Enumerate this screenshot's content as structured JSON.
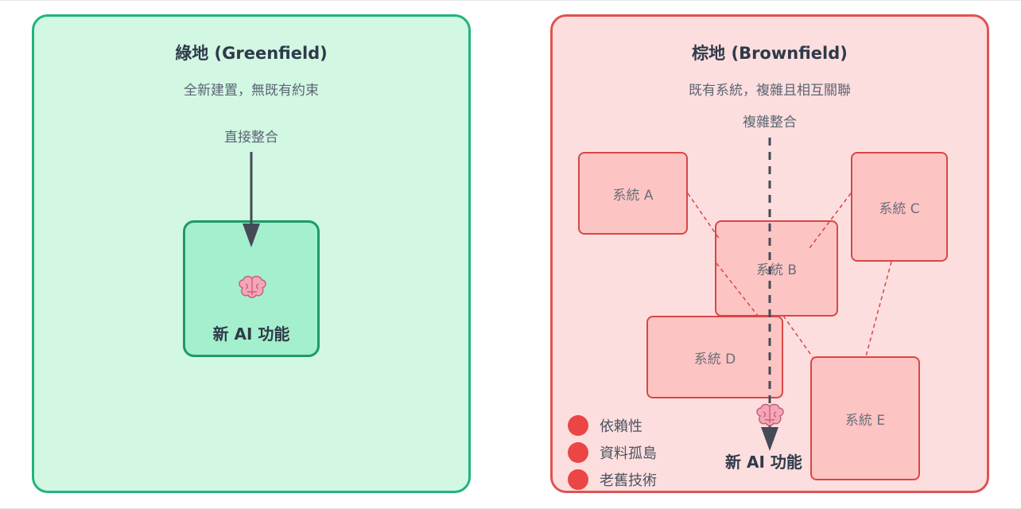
{
  "greenfield": {
    "title": "綠地 (Greenfield)",
    "subtitle": "全新建置，無既有約束",
    "flow_label": "直接整合",
    "feature_icon": "brain-icon",
    "feature_label": "新 AI 功能",
    "colors": {
      "background": "#d2f7e3",
      "border": "#1fb57c",
      "feature_box": "#a4efcd",
      "feature_border": "#1d9a66"
    }
  },
  "brownfield": {
    "title": "棕地 (Brownfield)",
    "subtitle": "既有系統，複雜且相互關聯",
    "flow_label": "複雜整合",
    "systems": [
      {
        "label": "系統 A"
      },
      {
        "label": "系統 B"
      },
      {
        "label": "系統 C"
      },
      {
        "label": "系統 D"
      },
      {
        "label": "系統 E"
      }
    ],
    "feature_icon": "brain-icon",
    "feature_label": "新 AI 功能",
    "legend": [
      {
        "label": "依賴性"
      },
      {
        "label": "資料孤島"
      },
      {
        "label": "老舊技術"
      }
    ],
    "colors": {
      "background": "#fddede",
      "border": "#e05252",
      "system_fill": "#fdc4c4",
      "system_border": "#d94646",
      "legend_dot": "#ec4545"
    }
  }
}
